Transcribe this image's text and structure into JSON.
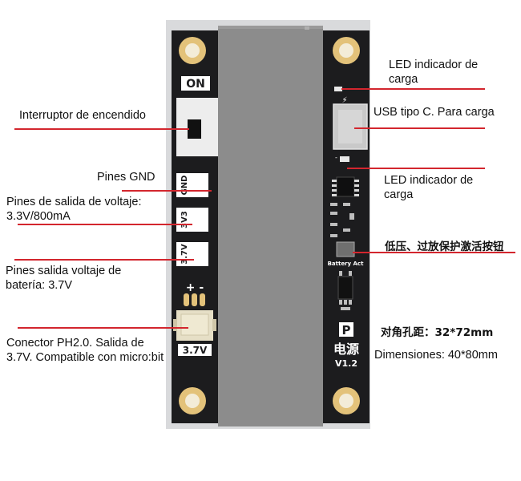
{
  "board": {
    "on_label": "ON",
    "header_labels": [
      "GND",
      "3V3",
      "3.7V"
    ],
    "plus_minus": "+ -",
    "connector_label": "3.7V",
    "logo_letter": "P",
    "logo_cn": "电源",
    "version": "V1.2",
    "battery_act": "Battery Act",
    "colors": {
      "pcb": "#1c1c1e",
      "module": "#8c8c8c",
      "callout": "#d3262e",
      "pad": "#e3c27a"
    }
  },
  "callouts": {
    "led_top": "LED indicador de carga",
    "usb": "USB tipo C. Para carga",
    "led_bottom": "LED indicador de carga",
    "button": "低压、过放保护激活按钮",
    "switch": "Interruptor de encendido",
    "gnd": "Pines GND",
    "v33": "Pines de salida de voltaje: 3.3V/800mA",
    "v37": "Pines salida voltaje de batería: 3.7V",
    "ph20": "Conector PH2.0. Salida de 3.7V. Compatible con micro:bit",
    "holes": "对角孔距：32*72mm",
    "dimensions": "Dimensiones: 40*80mm"
  }
}
